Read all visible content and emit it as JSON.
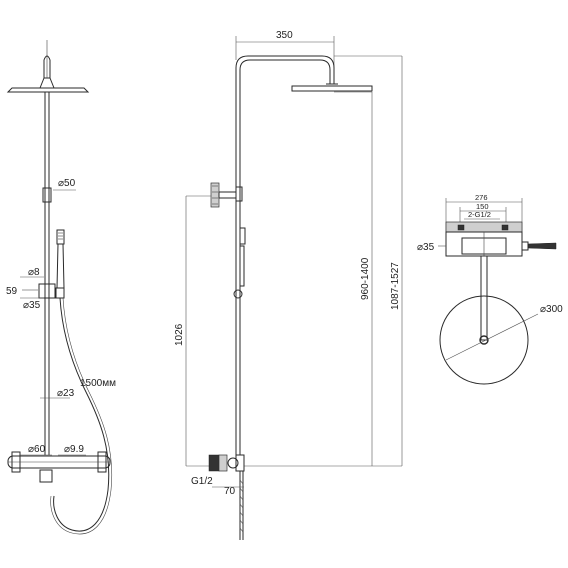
{
  "front_view": {
    "head_dia": "",
    "riser_dia_label": "⌀50",
    "holder_dia_label": "⌀8",
    "holder_height_label": "59",
    "holder_base_label": "⌀35",
    "pipe_dia_label": "⌀23",
    "hose_length_label": "1500мм",
    "mixer_dia_label": "⌀60",
    "outlet_dia_label": "⌀9.9"
  },
  "side_view": {
    "arm_length_label": "350",
    "holder_height_label": "1026",
    "adjust_range_label": "960-1400",
    "total_height_label": "1087-1527",
    "inlet_thread_label": "G1/2",
    "wall_offset_label": "70"
  },
  "top_view": {
    "width_label": "276",
    "center_distance_label": "150",
    "inlet_label": "2-G1/2",
    "body_dia_label": "⌀35",
    "head_dia_label": "⌀300"
  }
}
